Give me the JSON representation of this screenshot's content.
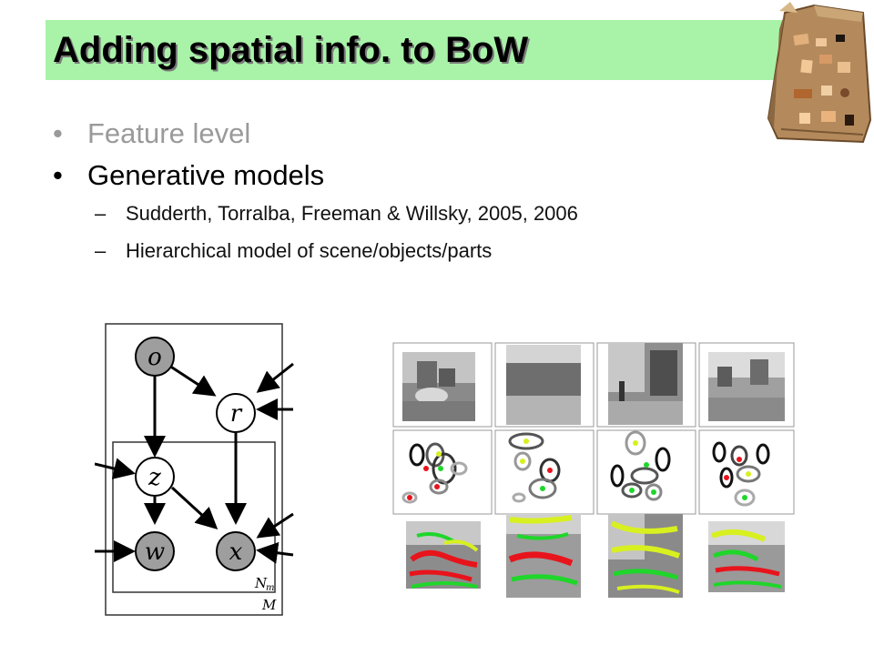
{
  "slide": {
    "title": "Adding spatial info. to BoW",
    "bullets": [
      {
        "text": "Feature level",
        "muted": true
      },
      {
        "text": "Generative models",
        "muted": false
      }
    ],
    "sub_bullets": [
      "Sudderth, Torralba, Freeman & Willsky, 2005, 2006",
      "Hierarchical model of scene/objects/parts"
    ],
    "bullet_glyph": "•",
    "dash_glyph": "–"
  },
  "graphical_model": {
    "nodes": {
      "o": "o",
      "r": "r",
      "z": "z",
      "w": "w",
      "x": "x"
    },
    "plates": {
      "inner": "N",
      "inner_sub": "m",
      "outer": "M"
    }
  },
  "colors": {
    "title_bg": "#a8f3a8",
    "muted_text": "#9a9a9a",
    "observed_node": "#9e9e9e",
    "part_red": "#e8141c",
    "part_green": "#1fd62a",
    "part_yellow": "#d8f020"
  },
  "icons": [
    "paper-bag-icon"
  ]
}
